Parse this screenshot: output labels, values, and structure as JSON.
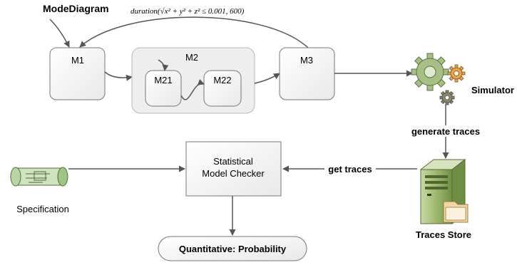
{
  "diagram": {
    "title": "ModeDiagram",
    "constraint_label": "duration(√x² + y² + z² ≤ 0.001, 600)",
    "modes": {
      "m1": "M1",
      "m2": "M2",
      "m21": "M21",
      "m22": "M22",
      "m3": "M3"
    },
    "simulator_label": "Simulator",
    "generate_traces_label": "generate traces",
    "traces_store_label": "Traces Store",
    "get_traces_label": "get traces",
    "smc_label_line1": "Statistical",
    "smc_label_line2": "Model Checker",
    "specification_label": "Specification",
    "result_label": "Quantitative: Probability"
  },
  "icons": {
    "simulator": "gears-icon",
    "traces_store": "server-icon",
    "specification": "scroll-icon"
  },
  "colors": {
    "stroke": "#555555",
    "box_fill": "#f7f7f7",
    "composite_fill": "#ececec",
    "gear_green": "#a7bf86",
    "gear_orange": "#e8a64c",
    "server_green": "#9db86d"
  }
}
